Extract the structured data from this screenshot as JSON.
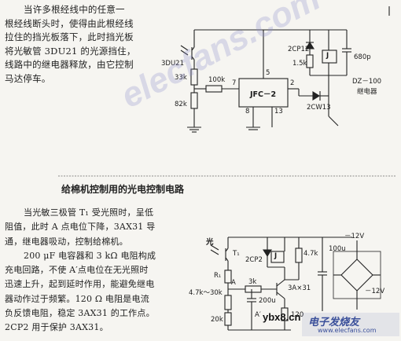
{
  "top_section": {
    "paragraph_lines": [
      "当许多根经线中的任意一",
      "根经线断头时，使得由此根经线",
      "拉住的挡光板落下，此时挡光板",
      "将光敏管 3DU21 的光源挡住，",
      "线路中的继电器释放，由它控制",
      "马达停车。"
    ],
    "circuit": {
      "ic_label": "JFC－2",
      "pins": [
        "5",
        "7",
        "2",
        "8",
        "13"
      ],
      "components": {
        "phototransistor": "3DU21",
        "r_top": "33k",
        "r_bottom": "82k",
        "r_input": "100k",
        "diode_top": "2CP12",
        "r_diode": "1.5k",
        "capacitor": "680p",
        "relay": "J",
        "relay_caption_1": "DZ－100",
        "relay_caption_2": "继电器",
        "zener": "2CW13"
      }
    }
  },
  "bottom_section": {
    "title": "给棉机控制用的光电控制电路",
    "paragraph_lines": [
      "当光敏三极管 T₁ 受光照时，呈低",
      "阻值，此时 A 点电位下降，3AX31 导",
      "通，继电器吸动，控制给棉机。",
      "200 μF 电容器和 3 kΩ 电阻构成",
      "充电回路，不使 A′点电位在无光照时",
      "迅速上升，起到延时作用，能避免继电",
      "器动作过于频繁。120 Ω 电阻是电流",
      "负反馈电阻，稳定 3AX31 的工作点。",
      "2CP2 用于保护 3AX31。"
    ],
    "circuit": {
      "light_label": "光",
      "t1": "T₁",
      "r1": "R₁",
      "point_a": "A",
      "point_a_prime": "A′",
      "diode": "2CP2",
      "relay": "J",
      "r_collector": "4.7k",
      "r_series": "3k",
      "transistor": "3A×31",
      "pot": "4.7k～30k",
      "r_20k": "20k",
      "cap_200": "200u",
      "r_120": "120",
      "cap_100": "100u",
      "v_top": "－12V",
      "v_right": "－12V"
    }
  },
  "watermark": {
    "diagonal": "elecfans.com",
    "footer_site": "ybx8.cn",
    "footer_brand": "电子发烧友",
    "footer_url": "www.elecfans.com"
  }
}
